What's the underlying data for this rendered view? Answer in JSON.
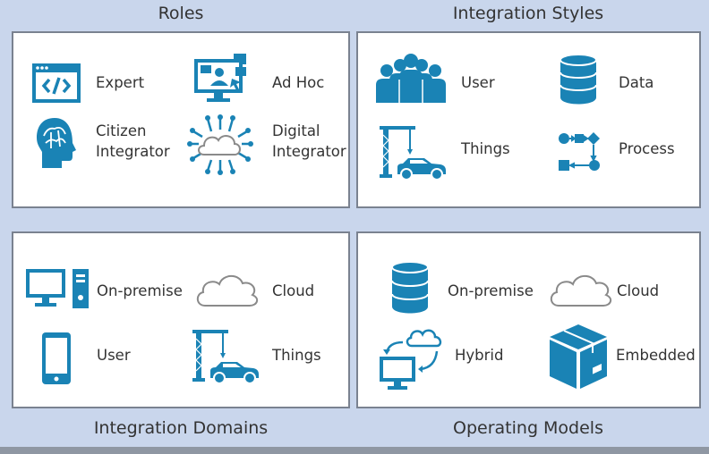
{
  "accent": "#1a83b5",
  "roles": {
    "title": "Roles",
    "items": [
      {
        "label": "Expert",
        "icon": "code-window-icon"
      },
      {
        "label": "Ad Hoc",
        "icon": "monitor-user-icon"
      },
      {
        "label": "Citizen Integrator",
        "icon": "brain-head-icon"
      },
      {
        "label": "Digital Integrator",
        "icon": "cloud-network-icon"
      }
    ]
  },
  "styles": {
    "title": "Integration Styles",
    "items": [
      {
        "label": "User",
        "icon": "user-group-icon"
      },
      {
        "label": "Data",
        "icon": "database-icon"
      },
      {
        "label": "Things",
        "icon": "crane-car-icon"
      },
      {
        "label": "Process",
        "icon": "process-flow-icon"
      }
    ]
  },
  "domains": {
    "title": "Integration Domains",
    "items": [
      {
        "label": "On-premise",
        "icon": "desktop-computer-icon"
      },
      {
        "label": "Cloud",
        "icon": "cloud-outline-icon"
      },
      {
        "label": "User",
        "icon": "mobile-phone-icon"
      },
      {
        "label": "Things",
        "icon": "crane-car-icon"
      }
    ]
  },
  "models": {
    "title": "Operating Models",
    "items": [
      {
        "label": "On-premise",
        "icon": "database-icon"
      },
      {
        "label": "Cloud",
        "icon": "cloud-outline-icon"
      },
      {
        "label": "Hybrid",
        "icon": "hybrid-sync-icon"
      },
      {
        "label": "Embedded",
        "icon": "box-icon"
      }
    ]
  }
}
